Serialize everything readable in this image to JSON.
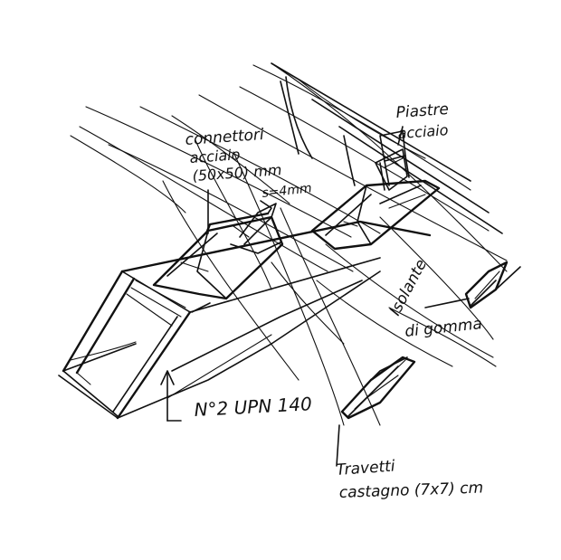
{
  "colors": {
    "ink": "#111111",
    "paper": "#ffffff"
  },
  "labels": {
    "connectors_line1": "connettori",
    "connectors_line2": "acciaio",
    "connectors_line3": "(50x50) mm",
    "connectors_line4": "s=4mm",
    "plates_line1": "Piastre",
    "plates_line2": "acciaio",
    "rubber_line1": "Isolante",
    "rubber_line2": "di gomma",
    "beam_label": "N°2 UPN 140",
    "joists_line1": "Travetti",
    "joists_line2": "castagno (7x7) cm"
  }
}
